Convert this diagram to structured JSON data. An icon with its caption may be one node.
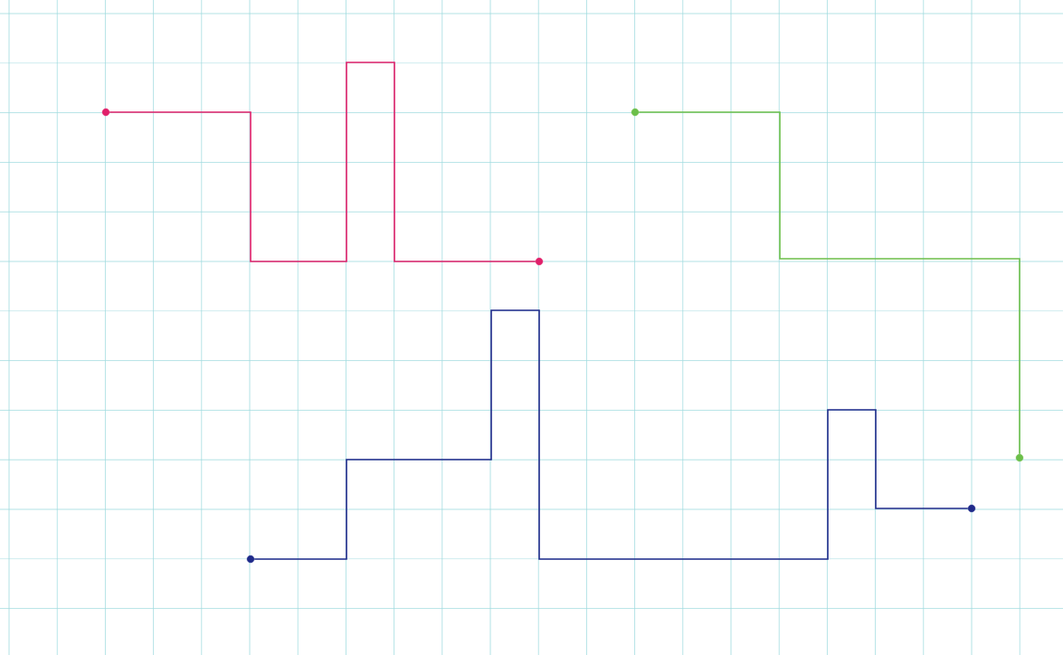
{
  "diagram": {
    "nodes": [
      {
        "text": [],
        "shape": "circle"
      },
      {
        "text": [],
        "shape": "circle"
      },
      {
        "text": [],
        "shape": "circle"
      },
      {
        "text": [],
        "shape": "circle"
      },
      {
        "text": [],
        "shape": "circle"
      },
      {
        "text": [],
        "shape": "circle"
      }
    ],
    "edges": [
      {
        "from": 0,
        "to": 2,
        "arrow": "none",
        "color": "#e0206a"
      },
      {
        "from": 1,
        "to": 3,
        "arrow": "none",
        "color": "#6cbf4a"
      },
      {
        "from": 5,
        "to": 4,
        "arrow": "none",
        "color": "#1f2a8a"
      }
    ]
  }
}
